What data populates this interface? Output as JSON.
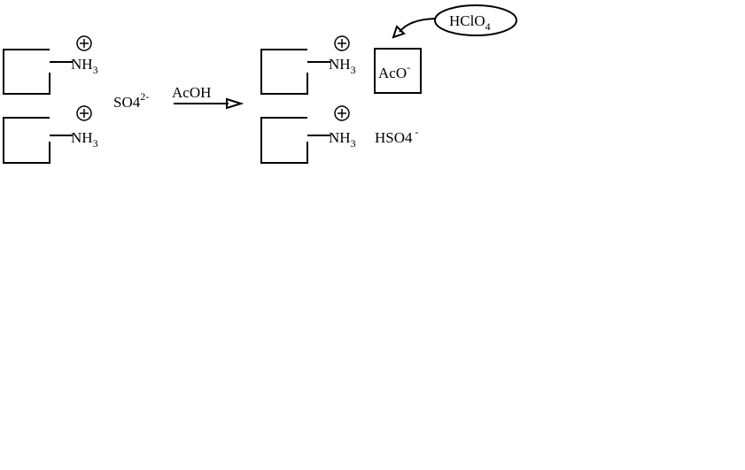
{
  "diagram": {
    "reactants": {
      "cation_top": {
        "group": "NH",
        "subscript": "3",
        "charge_symbol": "+"
      },
      "cation_bottom": {
        "group": "NH",
        "subscript": "3",
        "charge_symbol": "+"
      },
      "counter_ion": {
        "formula": "SO4",
        "charge": "2-"
      }
    },
    "reagent": {
      "label": "AcOH"
    },
    "products": {
      "cation_top": {
        "group": "NH",
        "subscript": "3",
        "charge_symbol": "+"
      },
      "cation_bottom": {
        "group": "NH",
        "subscript": "3",
        "charge_symbol": "+"
      },
      "acetate": {
        "formula": "AcO",
        "charge": "-"
      },
      "bisulfate": {
        "formula": "HSO4",
        "charge": "-"
      }
    },
    "titrant": {
      "formula": "HClO",
      "subscript": "4"
    }
  }
}
